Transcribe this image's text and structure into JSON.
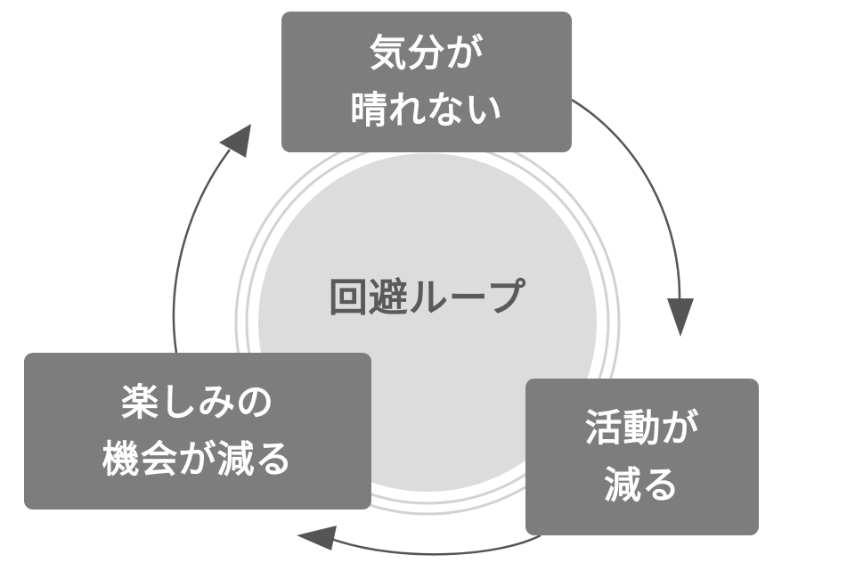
{
  "center": {
    "label": "回避ループ"
  },
  "nodes": {
    "top": {
      "lines": [
        "気分が",
        "晴れない"
      ]
    },
    "right": {
      "lines": [
        "活動が",
        "減る"
      ]
    },
    "left": {
      "lines": [
        "楽しみの",
        "機会が減る"
      ]
    }
  },
  "colors": {
    "node_fill": "#7d7d7d",
    "node_text": "#ffffff",
    "center_fill": "#dcdcdc",
    "center_ring": "#d2d2d2",
    "center_text": "#5a5a5a",
    "arrow": "#555555"
  }
}
